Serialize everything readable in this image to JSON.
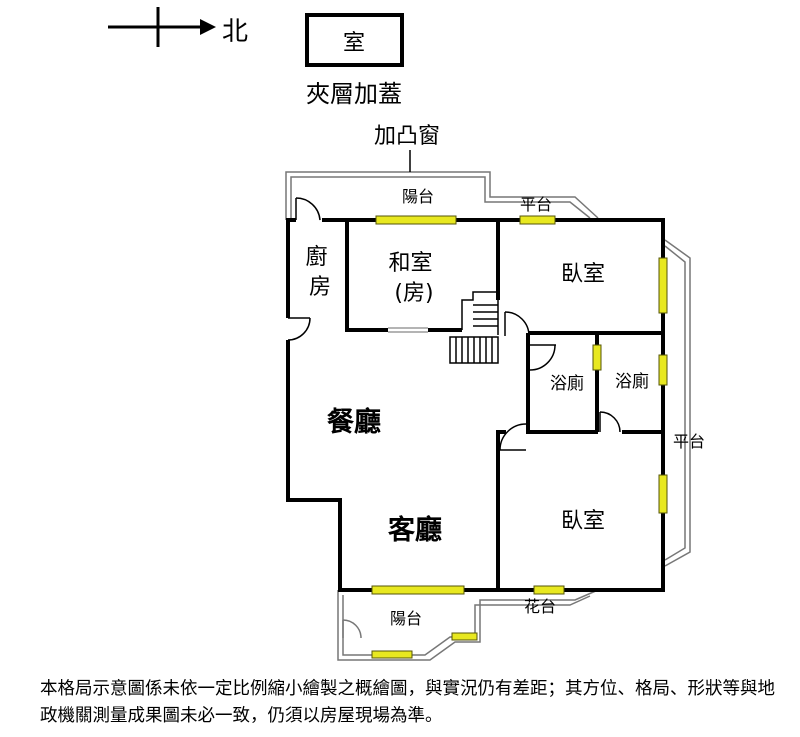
{
  "compass": {
    "north_label": "北"
  },
  "mezzanine": {
    "box_label": "室",
    "caption": "夾層加蓋"
  },
  "rooms": {
    "bay_window": "加凸窗",
    "balcony_top": "陽台",
    "terrace_top": "平台",
    "kitchen": "廚\n房",
    "japanese_room": "和室\n(房)",
    "bedroom_1": "臥室",
    "bath_1": "浴廁",
    "bath_2": "浴廁",
    "dining": "餐廳",
    "living": "客廳",
    "terrace_right": "平台",
    "bedroom_2": "臥室",
    "balcony_bottom": "陽台",
    "garden": "花台"
  },
  "disclaimer": "本格局示意圖係未依一定比例縮小繪製之概繪圖，與實況仍有差距；其方位、格局、形狀等與地政機關測量成果圖未必一致，仍須以房屋現場為準。",
  "colors": {
    "wall": "#000000",
    "window_fill": "#e8e820",
    "window_stroke": "#55550a",
    "outline": "#777777"
  }
}
